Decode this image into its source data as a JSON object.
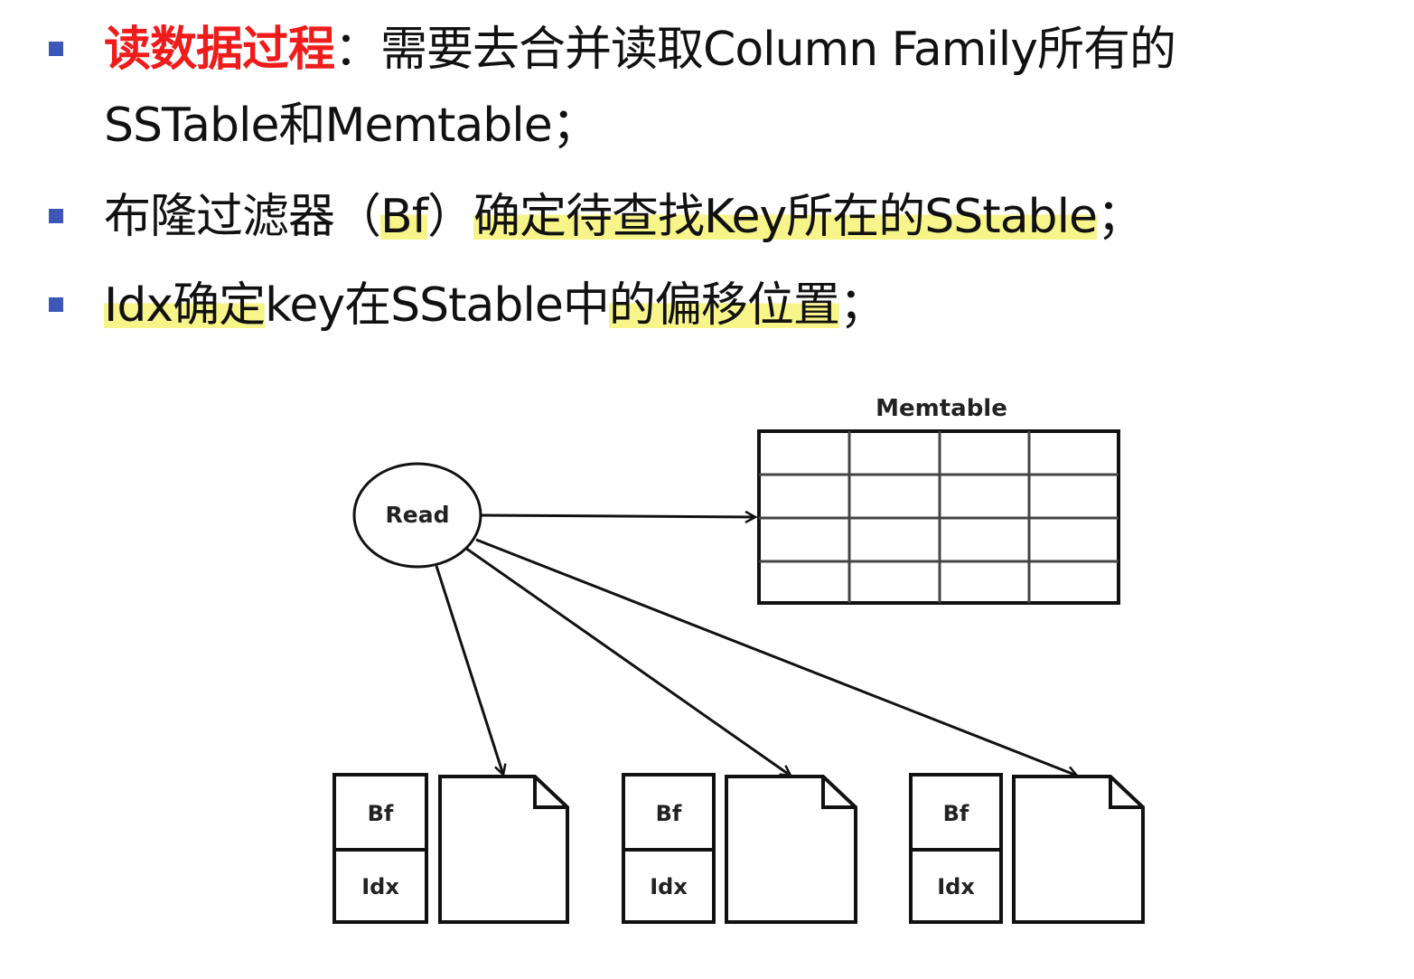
{
  "bullets": {
    "b1_title": "读数据过程",
    "b1_text1": "：需要去合并读取Column Family所有的",
    "b1_text2": "SSTable和Memtable；",
    "b2_text1": "布隆过滤器（",
    "b2_hl1": "Bf",
    "b2_text2": "）",
    "b2_hl2": "确定待查找Key所在的SStable",
    "b2_text3": "；",
    "b3_hl1": "Idx确定",
    "b3_text1": "key在SStable中",
    "b3_hl2": "的偏移位置",
    "b3_text2": "；"
  },
  "diagram": {
    "memtable_label": "Memtable",
    "read_label": "Read",
    "sstables": [
      {
        "bf_label": "Bf",
        "idx_label": "Idx"
      },
      {
        "bf_label": "Bf",
        "idx_label": "Idx"
      },
      {
        "bf_label": "Bf",
        "idx_label": "Idx"
      }
    ]
  },
  "colors": {
    "accent_red": "#f01c1c",
    "bullet_blue": "#3b57b8",
    "highlight_yellow": "#f7f58a"
  }
}
